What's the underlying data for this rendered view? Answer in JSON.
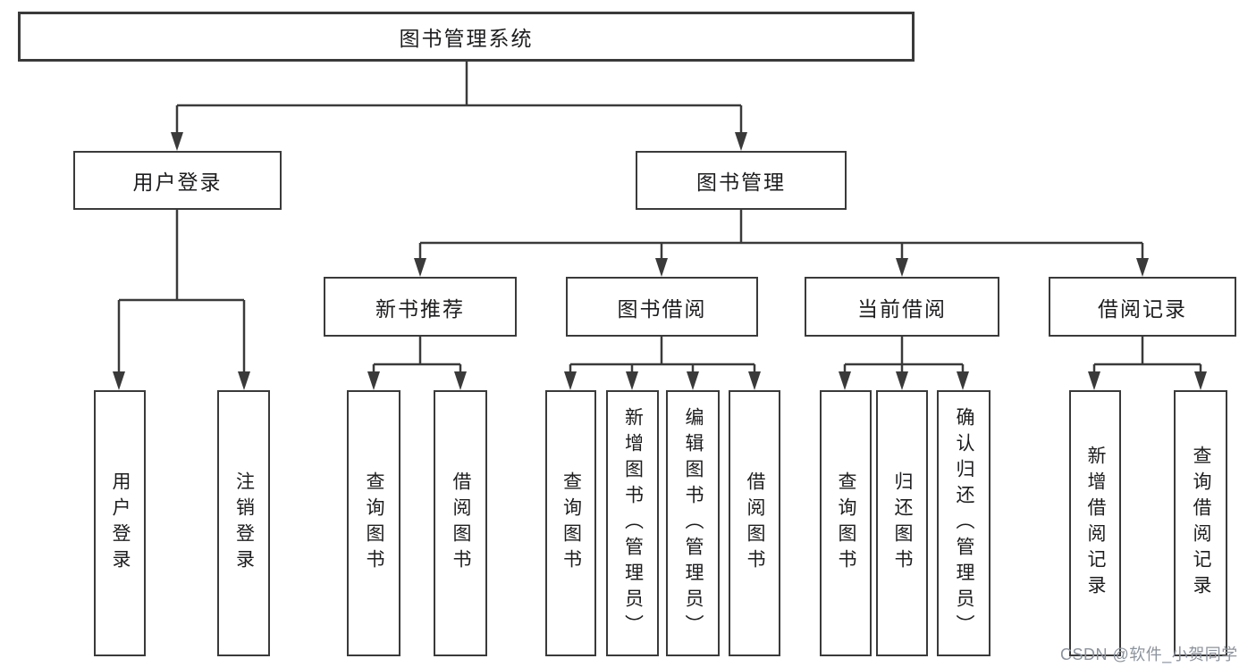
{
  "diagram": {
    "title": "图书管理系统",
    "root": {
      "label": "图书管理系统"
    },
    "level2": [
      {
        "label": "用户登录"
      },
      {
        "label": "图书管理"
      }
    ],
    "level3": [
      {
        "label": "新书推荐"
      },
      {
        "label": "图书借阅"
      },
      {
        "label": "当前借阅"
      },
      {
        "label": "借阅记录"
      }
    ],
    "leaves": [
      {
        "label": "用户登录",
        "parent": "用户登录"
      },
      {
        "label": "注销登录",
        "parent": "用户登录"
      },
      {
        "label": "查询图书",
        "parent": "新书推荐"
      },
      {
        "label": "借阅图书",
        "parent": "新书推荐"
      },
      {
        "label": "查询图书",
        "parent": "图书借阅"
      },
      {
        "label": "新增图书（管理员）",
        "parent": "图书借阅"
      },
      {
        "label": "编辑图书（管理员）",
        "parent": "图书借阅"
      },
      {
        "label": "借阅图书",
        "parent": "图书借阅"
      },
      {
        "label": "查询图书",
        "parent": "当前借阅"
      },
      {
        "label": "归还图书",
        "parent": "当前借阅"
      },
      {
        "label": "确认归还（管理员）",
        "parent": "当前借阅"
      },
      {
        "label": "新增借阅记录",
        "parent": "借阅记录"
      },
      {
        "label": "查询借阅记录",
        "parent": "借阅记录"
      }
    ]
  },
  "watermark": {
    "text": "CSDN @软件_小贺同学"
  },
  "colors": {
    "line": "#3a3a3a",
    "box_border": "#3a3a3a",
    "text": "#1d1d1f",
    "background": "#ffffff",
    "watermark": "#8c939d"
  }
}
